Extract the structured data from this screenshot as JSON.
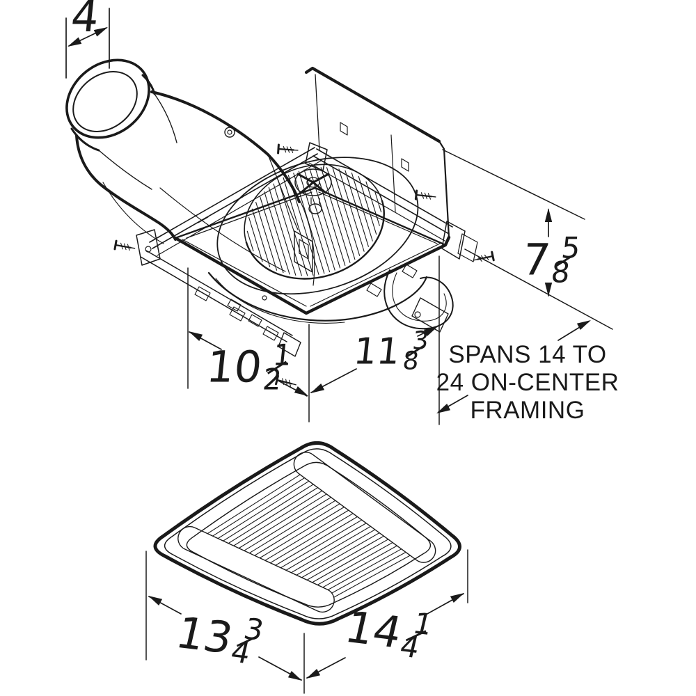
{
  "colors": {
    "line": "#1a1a1a",
    "background": "#ffffff"
  },
  "top_view": {
    "dimensions": {
      "duct_diameter": {
        "value": "4"
      },
      "housing_height": {
        "whole": "7",
        "numerator": "5",
        "denominator": "8"
      },
      "housing_width": {
        "whole": "10",
        "numerator": "1",
        "denominator": "2"
      },
      "housing_length": {
        "whole": "11",
        "numerator": "3",
        "denominator": "8"
      }
    },
    "framing_note": {
      "line1": "SPANS 14 TO",
      "line2": "24 ON-CENTER",
      "line3": "FRAMING"
    }
  },
  "bottom_view": {
    "dimensions": {
      "grille_width": {
        "whole": "13",
        "numerator": "3",
        "denominator": "4"
      },
      "grille_length": {
        "whole": "14",
        "numerator": "1",
        "denominator": "4"
      }
    }
  }
}
